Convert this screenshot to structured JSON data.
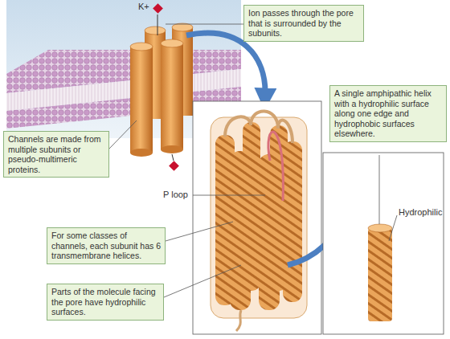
{
  "diagram": {
    "nodes": [
      {
        "text": [
          "Ion passes through the pore that is surrounded by the subunits."
        ]
      },
      {
        "text": [
          "Channels are made from multiple subunits or pseudo-multimeric proteins."
        ]
      },
      {
        "text": [
          "For some classes of channels, each subunit has 6 transmembrane helices."
        ]
      },
      {
        "text": [
          "Parts of the molecule facing the pore have hydrophilic surfaces."
        ]
      },
      {
        "text": [
          "A single amphipathic helix with a hydrophilic surface along one edge and hydrophobic surfaces elsewhere."
        ]
      }
    ],
    "labels": [
      "K+",
      "P loop",
      "Hydrophilic"
    ]
  }
}
